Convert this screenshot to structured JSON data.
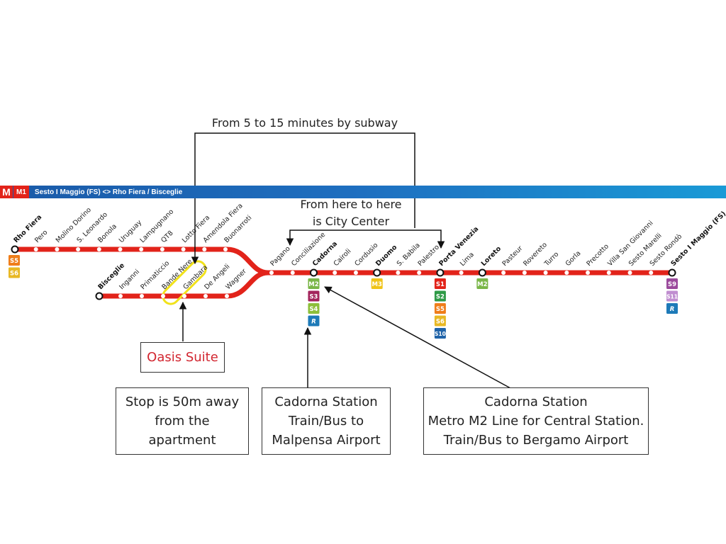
{
  "colors": {
    "line_red": "#e2231a",
    "banner_blue": "#1e6fc0",
    "highlight_yellow": "#f1e21b",
    "hotel_text": "#d22630",
    "S1": "#e2231a",
    "S2": "#2f9a47",
    "S3": "#a3245c",
    "S4": "#8dbf3a",
    "S5": "#ef7d1a",
    "S6": "#e8b824",
    "S9": "#9b4a9c",
    "S10": "#1f63a8",
    "S11": "#c08ed0",
    "M2": "#7ab648",
    "M3": "#f0c419",
    "R": "#1d7ab8"
  },
  "banner": {
    "logo": "M",
    "code": "M1",
    "route": "Sesto I Maggio (FS) <> Rho Fiera / Bisceglie"
  },
  "branch_rho": {
    "stations": [
      {
        "name": "Rho Fiera",
        "bold": true,
        "terminus": true
      },
      {
        "name": "Pero"
      },
      {
        "name": "Molino Dorino"
      },
      {
        "name": "S. Leonardo"
      },
      {
        "name": "Bonola"
      },
      {
        "name": "Uruguay"
      },
      {
        "name": "Lampugnano"
      },
      {
        "name": "QT8"
      },
      {
        "name": "Lotto Fiera"
      },
      {
        "name": "Amendola Fiera"
      },
      {
        "name": "Buonarroti"
      }
    ],
    "terminus_badges": [
      "S5",
      "S6"
    ]
  },
  "branch_bisceglie": {
    "stations": [
      {
        "name": "Bisceglie",
        "bold": true,
        "terminus": true
      },
      {
        "name": "Inganni"
      },
      {
        "name": "Primaticcio"
      },
      {
        "name": "Bande Nere"
      },
      {
        "name": "Gambara"
      },
      {
        "name": "De Angeli"
      },
      {
        "name": "Wagner"
      }
    ]
  },
  "trunk": {
    "stations": [
      {
        "name": "Pagano"
      },
      {
        "name": "Conciliazione"
      },
      {
        "name": "Cadorna",
        "bold": true,
        "interchange": true,
        "badges": [
          "M2",
          "S3",
          "S4",
          "R"
        ]
      },
      {
        "name": "Cairoli"
      },
      {
        "name": "Cordusio"
      },
      {
        "name": "Duomo",
        "bold": true,
        "interchange": true,
        "badges": [
          "M3"
        ]
      },
      {
        "name": "S. Babila"
      },
      {
        "name": "Palestro"
      },
      {
        "name": "Porta Venezia",
        "bold": true,
        "interchange": true,
        "badges": [
          "S1",
          "S2",
          "S5",
          "S6",
          "S10"
        ]
      },
      {
        "name": "Lima"
      },
      {
        "name": "Loreto",
        "bold": true,
        "interchange": true,
        "badges": [
          "M2"
        ]
      },
      {
        "name": "Pasteur"
      },
      {
        "name": "Rovereto"
      },
      {
        "name": "Turro"
      },
      {
        "name": "Gorla"
      },
      {
        "name": "Precotto"
      },
      {
        "name": "Villa San Giovanni"
      },
      {
        "name": "Sesto Marelli"
      },
      {
        "name": "Sesto Rondò"
      },
      {
        "name": "Sesto I Maggio (FS)",
        "bold": true,
        "terminus": true,
        "badges": [
          "S9",
          "S11",
          "R"
        ]
      }
    ]
  },
  "annotations": {
    "subway_time": "From 5 to 15 minutes by subway",
    "city_center": "From here to here\nis City Center",
    "hotel": "Oasis Suite",
    "box_stop": "Stop is 50m away\nfrom the\napartment",
    "box_cadorna_malpensa": "Cadorna Station\nTrain/Bus to\nMalpensa Airport",
    "box_cadorna_bergamo": "Cadorna Station\nMetro M2 Line for Central Station.\nTrain/Bus to Bergamo Airport"
  }
}
